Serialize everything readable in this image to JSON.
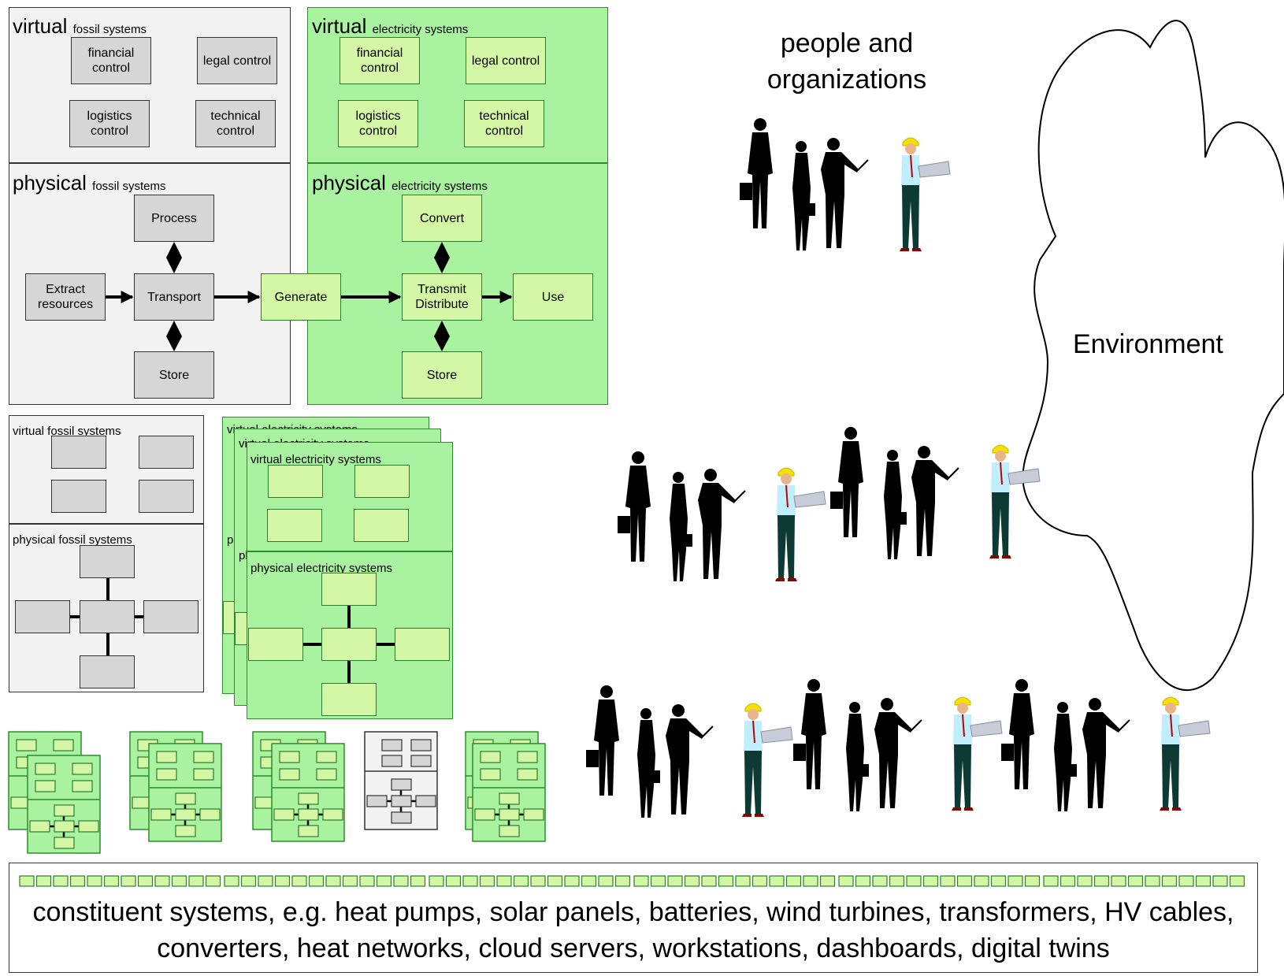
{
  "fossil": {
    "virtual_word": "virtual",
    "virtual_sub": "fossil systems",
    "virtual_boxes": [
      "financial control",
      "legal control",
      "logistics control",
      "technical control"
    ],
    "physical_word": "physical",
    "physical_sub": "fossil systems",
    "process": "Process",
    "extract": "Extract resources",
    "transport": "Transport",
    "store": "Store"
  },
  "electricity": {
    "virtual_word": "virtual",
    "virtual_sub": "electricity systems",
    "virtual_boxes": [
      "financial control",
      "legal control",
      "logistics control",
      "technical control"
    ],
    "physical_word": "physical",
    "physical_sub": "electricity systems",
    "generate": "Generate",
    "convert": "Convert",
    "transmit": "Transmit Distribute",
    "use": "Use",
    "store": "Store"
  },
  "small_fossil": {
    "virtual_label": "virtual fossil systems",
    "physical_label": "physical fossil systems"
  },
  "small_electricity": {
    "virtual_label": "virtual electricity systems",
    "physical_label": "physical electricity systems"
  },
  "people_label": "people and organizations",
  "environment_label": "Environment",
  "constituent_text": "constituent systems, e.g. heat pumps, solar panels, batteries, wind turbines, transformers, HV cables, converters, heat networks, cloud servers, workstations, dashboards, digital twins",
  "colors": {
    "green_panel": "#a9f2a0",
    "light_green_box": "#d4f7a6",
    "grey_panel": "#f2f2f2",
    "grey_box": "#d6d6d6"
  }
}
